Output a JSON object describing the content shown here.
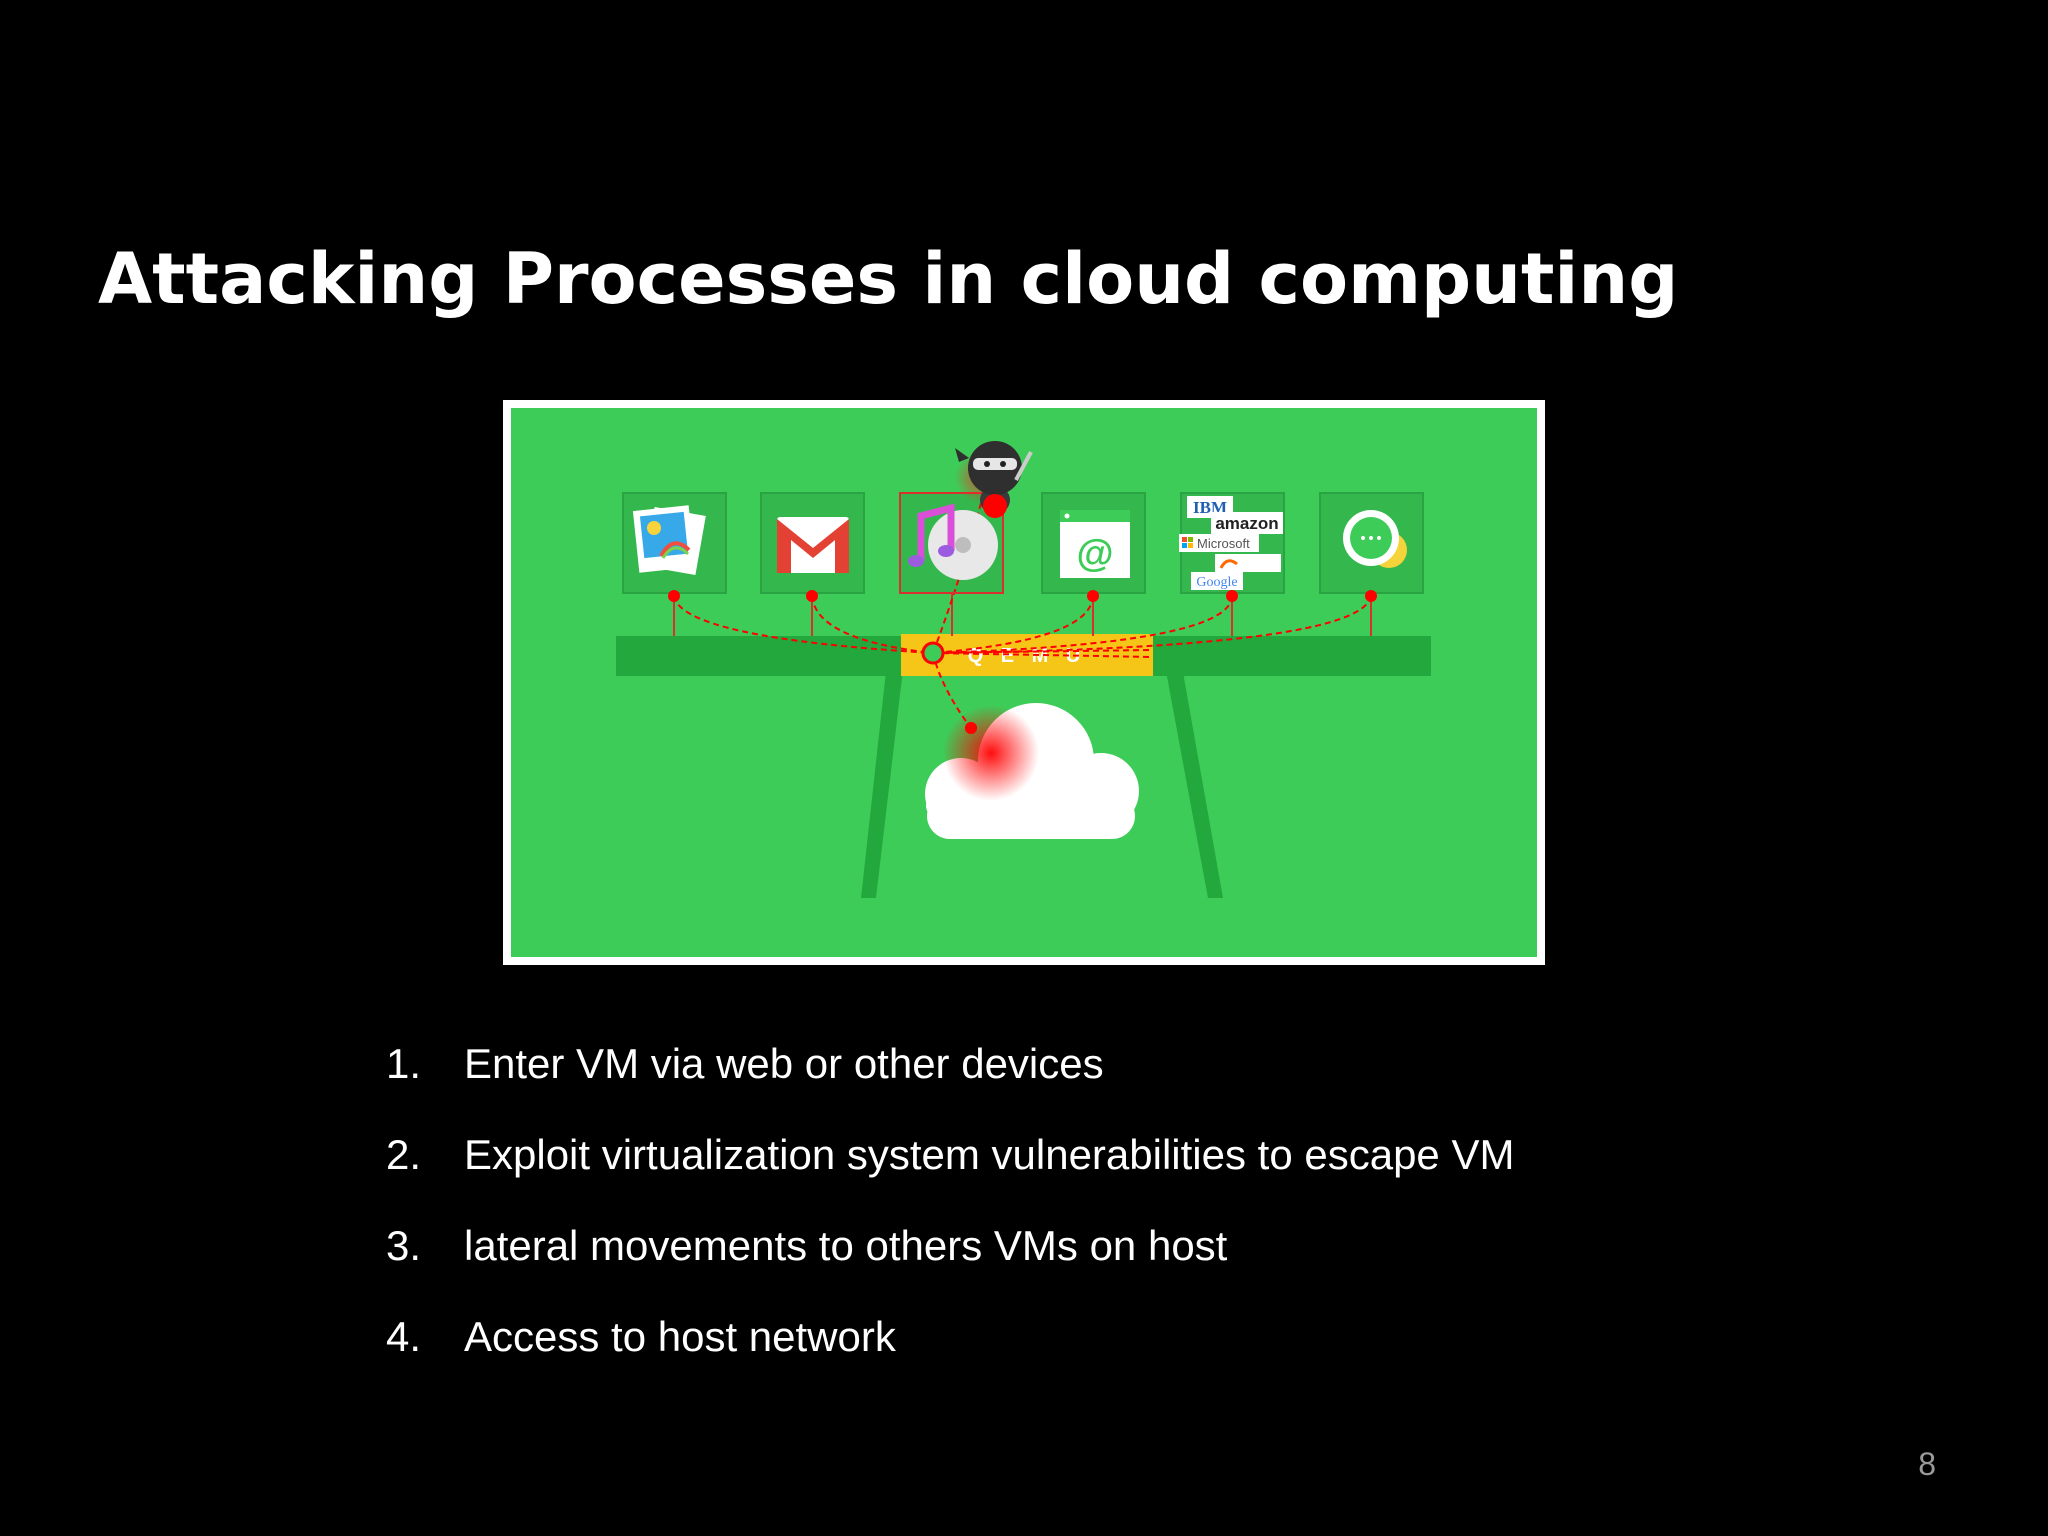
{
  "slide": {
    "title": "Attacking Processes in cloud computing",
    "page_number": "8"
  },
  "figure": {
    "hypervisor_label": "Q E M U",
    "vendor_logos": [
      "IBM",
      "amazon",
      "Microsoft",
      "Google"
    ],
    "icons": [
      "photos-icon",
      "gmail-icon",
      "music-icon",
      "email-at-icon",
      "cloud-vendors-icon",
      "chat-icon"
    ],
    "colors": {
      "background": "#3ecc58",
      "table": "#22a83c",
      "hypervisor": "#f5c518",
      "attack_path": "#ff0000"
    }
  },
  "steps": [
    {
      "num": "1.",
      "text": "Enter VM via web or other devices"
    },
    {
      "num": "2.",
      "text": "Exploit virtualization system vulnerabilities to escape VM"
    },
    {
      "num": "3.",
      "text": "lateral movements to others VMs on host"
    },
    {
      "num": "4.",
      "text": "Access to host network"
    }
  ]
}
